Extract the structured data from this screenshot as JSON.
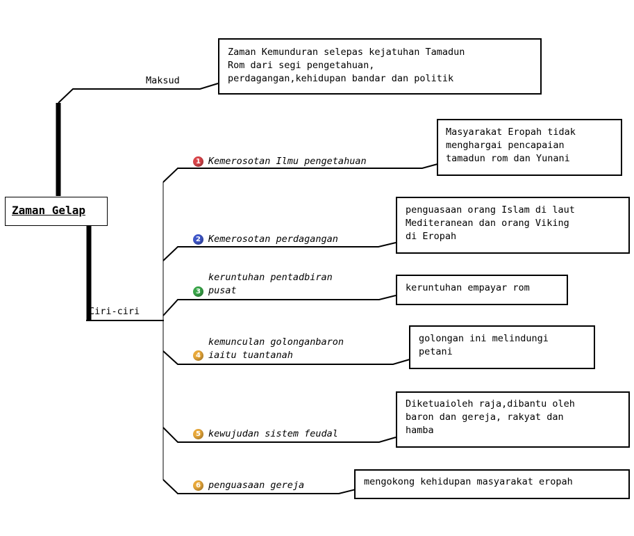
{
  "root": {
    "title": "Zaman Gelap"
  },
  "branches": {
    "maksud": {
      "label": "Maksud",
      "text": "Zaman Kemunduran selepas kejatuhan Tamadun\nRom dari segi pengetahuan,\nperdagangan,kehidupan bandar dan politik"
    },
    "ciri": {
      "label": "Ciri-ciri"
    }
  },
  "items": [
    {
      "number": "1",
      "label": "Kemerosotan Ilmu pengetahuan",
      "note": "Masyarakat Eropah tidak\nmenghargai pencapaian\ntamadun rom dan Yunani",
      "badge_color": "#d9454a"
    },
    {
      "number": "2",
      "label": "Kemerosotan perdagangan",
      "note": "penguasaan orang Islam di laut\nMediteranean dan orang Viking\ndi Eropah",
      "badge_color": "#3f57c9"
    },
    {
      "number": "3",
      "label": "keruntuhan pentadbiran\npusat",
      "note": "keruntuhan empayar rom",
      "badge_color": "#3aa64a"
    },
    {
      "number": "4",
      "label": "kemunculan golonganbaron\niaitu tuantanah",
      "note": "golongan ini melindungi\npetani",
      "badge_color": "#e9a93a"
    },
    {
      "number": "5",
      "label": "kewujudan sistem feudal",
      "note": "Diketuaioleh raja,dibantu oleh\nbaron dan gereja, rakyat dan\nhamba",
      "badge_color": "#e9a93a"
    },
    {
      "number": "6",
      "label": "penguasaan gereja",
      "note": "mengokong kehidupan masyarakat eropah",
      "badge_color": "#e9a93a"
    }
  ]
}
